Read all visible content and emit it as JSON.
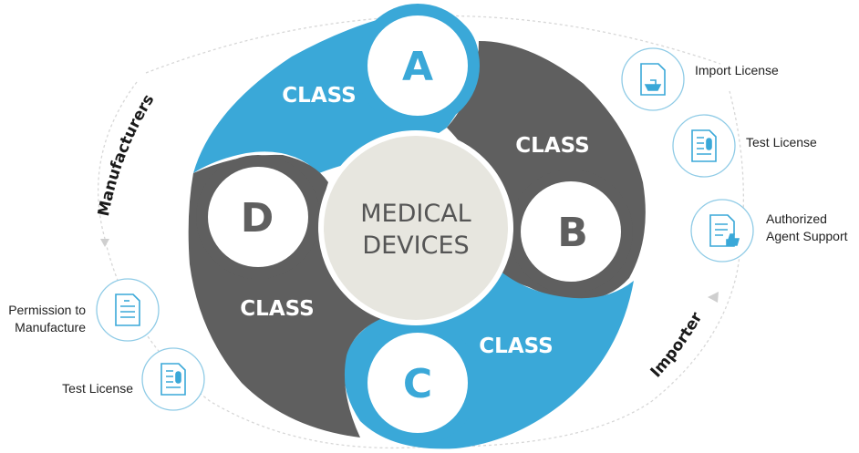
{
  "center": {
    "line1": "MEDICAL",
    "line2": "DEVICES"
  },
  "classes": [
    {
      "word": "CLASS",
      "letter": "A",
      "color": "#3aa8d8"
    },
    {
      "word": "CLASS",
      "letter": "B",
      "color": "#5f5f5f"
    },
    {
      "word": "CLASS",
      "letter": "C",
      "color": "#3aa8d8"
    },
    {
      "word": "CLASS",
      "letter": "D",
      "color": "#5f5f5f"
    }
  ],
  "manufacturers": {
    "title": "Manufacturers",
    "items": [
      {
        "label_line1": "Permission to",
        "label_line2": "Manufacture",
        "icon": "document-icon"
      },
      {
        "label_line1": "Test License",
        "label_line2": "",
        "icon": "test-tube-document-icon"
      }
    ]
  },
  "importer": {
    "title": "Importer",
    "items": [
      {
        "label_line1": "Import License",
        "label_line2": "",
        "icon": "ship-document-icon"
      },
      {
        "label_line1": "Test License",
        "label_line2": "",
        "icon": "test-tube-document-icon"
      },
      {
        "label_line1": "Authorized",
        "label_line2": "Agent Support",
        "icon": "thumbs-up-document-icon"
      }
    ]
  },
  "colors": {
    "blue": "#3aa8d8",
    "gray": "#5f5f5f",
    "center": "#e7e6df",
    "icon": "#3aa8d8"
  }
}
